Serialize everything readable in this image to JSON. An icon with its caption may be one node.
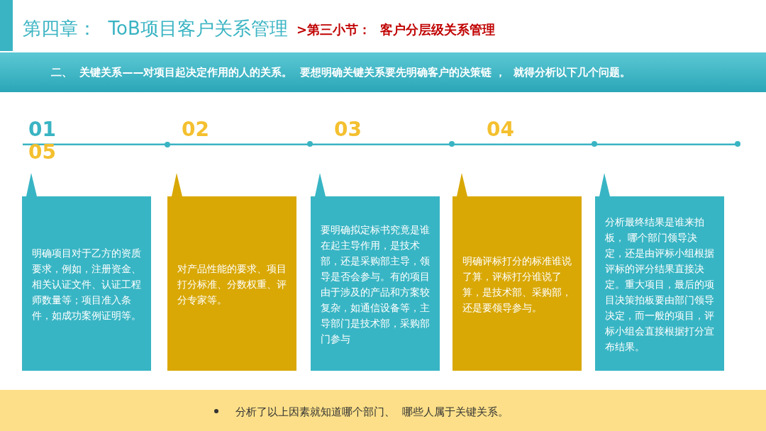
{
  "diagram": {
    "title": "第四章：  ToB项目客户关系管理",
    "nodes": [
      {
        "text": [
          "明确项目对于乙方的资质要求，例如，注册资金、相关认证文件、认证工程师数量等；项目准入条件，如成功案例证明等。"
        ]
      },
      {
        "text": [
          "对产品性能的要求、项目打分标准、分数权重、评分专家等。"
        ]
      },
      {
        "text": [
          "要明确拟定标书究竟是谁在起主导作用，是技术部，还是采购部主导，领导是否会参与。有的项目由于涉及的产品和方案较复杂，如通信设备等，主导部门是技术部，采购部门参与"
        ]
      },
      {
        "text": [
          "明确评标打分的标准谁说了算，评标打分谁说了算，是技术部、采购部，还是要领导参与。"
        ]
      },
      {
        "text": [
          "分析最终结果是谁来拍板， 哪个部门领导决定，还是由评标小组根据评标的评分结果直接决定。重大项目，最后的项目决策拍板要由部门领导决定，而一般的项目，评标小组会直接根据打分宣布结果。"
        ]
      }
    ],
    "edges": [],
    "labels": [
      ">第三小节：  客户分层级关系管理",
      "二、  关键关系——对项目起决定作用的人的关系。  要想明确关键关系要先明确客户的决策链 ，  就得分析以下几个问题。",
      "01",
      "05",
      "02",
      "03",
      "04",
      "分析了以上因素就知道哪个部门、  哪些人属于关键关系。"
    ]
  }
}
